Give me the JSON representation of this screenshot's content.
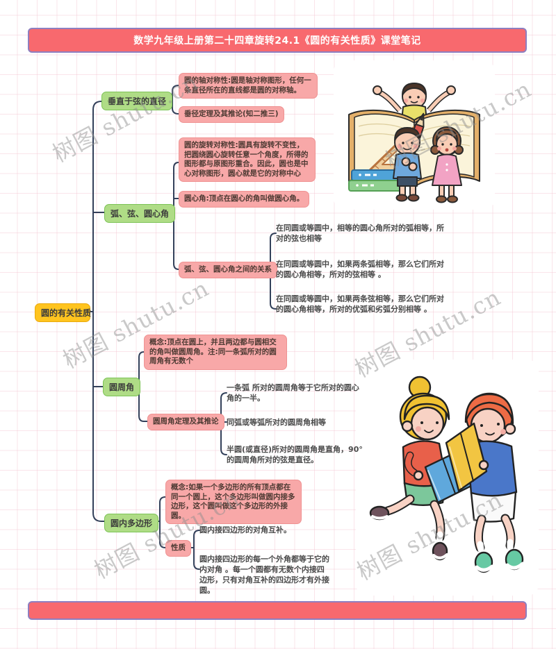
{
  "title": {
    "text": "数学九年级上册第二十四章旋转24.1《圆的有关性质》课堂笔记"
  },
  "watermark": {
    "text": "树图 shutu.cn"
  },
  "root": {
    "label": "圆的有关性质"
  },
  "branches": [
    {
      "label": "垂直于弦的直径",
      "children": [
        {
          "text": "圆的轴对称性:圆是轴对称图形，任何一条直径所在的直线都是圆的对称轴。"
        },
        {
          "text": "垂径定理及其推论(知二推三)"
        }
      ]
    },
    {
      "label": "弧、弦、圆心角",
      "children": [
        {
          "text": "圆的旋转对称性:圆具有旋转不变性，把圆绕圆心旋转任意一个角度，所得的图形都与原图形重合。因此，圆也是中心对称图形，圆心就是它的对称中心"
        },
        {
          "text": "圆心角:顶点在圆心的角叫做圆心角。"
        },
        {
          "text": "弧、弦、圆心角之间的关系",
          "children": [
            "在同圆或等圆中，相等的圆心角所对的弧相等，所对的弦也相等",
            "在同圆或等圆中，如果两条弧相等，那么它们所对的圆心角相等，所对的弦相等 。",
            "在同圆或等圆中，如果两条弦相等，那么它们所对的圆心角相等，所对的优弧和劣弧分别相等 。"
          ]
        }
      ]
    },
    {
      "label": "圆周角",
      "children": [
        {
          "text": "概念:顶点在圆上，并且两边都与圆相交的角叫做圆周角。注:同一条弧所对的圆周角有无数个"
        },
        {
          "text": "圆周角定理及其推论",
          "children": [
            "一条弧 所对的圆周角等于它所对的圆心角的一半。",
            "同弧或等弧所对的圆周角相等",
            "半圆(或直径)所对的圆周角是直角，90°的圆周角所对的弦是直径。"
          ]
        }
      ]
    },
    {
      "label": "圆内多边形",
      "children": [
        {
          "text": "概念:如果一个多边形的所有顶点都在同一个圆上，这个多边形叫做圆内接多边形，这个圆叫做这个多边形的外接圆。"
        },
        {
          "text": "性质",
          "children": [
            "圆内接四边形的对角互补。",
            "圆内接四边形的每一个外角都等于它的内对角 。每一个圆都有无数个内接四边形，只有对角互补的四边形才有外接圆。"
          ]
        }
      ]
    }
  ],
  "colors": {
    "banner_fill": "#F8696E",
    "banner_border": "#8E7FC0",
    "root_fill": "#FFC41F",
    "branch_fill": "#AFDC86",
    "note_fill": "#F8A8A8",
    "connector": "#33405A",
    "watermark_gray": "#8F8F8F"
  }
}
